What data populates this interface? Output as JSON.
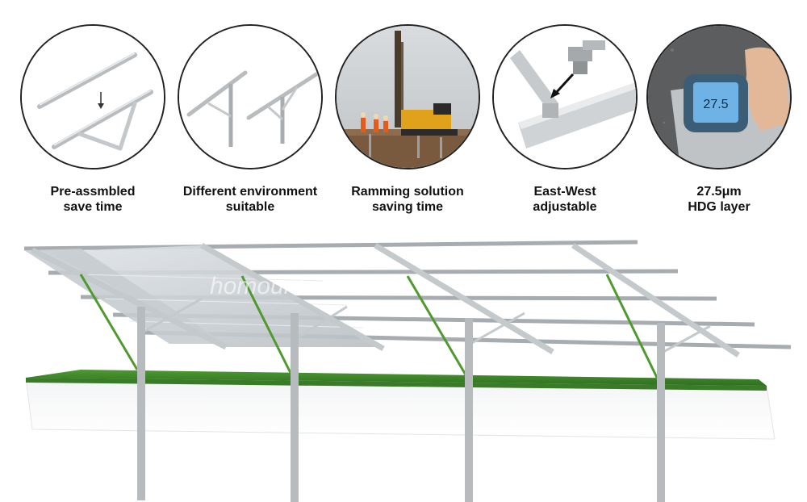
{
  "features": [
    {
      "id": "pre-assembled",
      "line1": "Pre-assmbled",
      "line2": "save time"
    },
    {
      "id": "environment",
      "line1": "Different environment",
      "line2": "suitable"
    },
    {
      "id": "ramming",
      "line1": "Ramming solution",
      "line2": "saving time"
    },
    {
      "id": "east-west",
      "line1": "East-West",
      "line2": "adjustable"
    },
    {
      "id": "hdg",
      "line1": "27.5μm",
      "line2": "HDG layer",
      "gauge_reading": "27.5"
    }
  ],
  "watermark": "homount",
  "colors": {
    "aluminum": "#c9cdd0",
    "accent_green": "#4f9a2f",
    "grass": "#3f8a2a",
    "sky_fog": "#cfd3d6"
  }
}
